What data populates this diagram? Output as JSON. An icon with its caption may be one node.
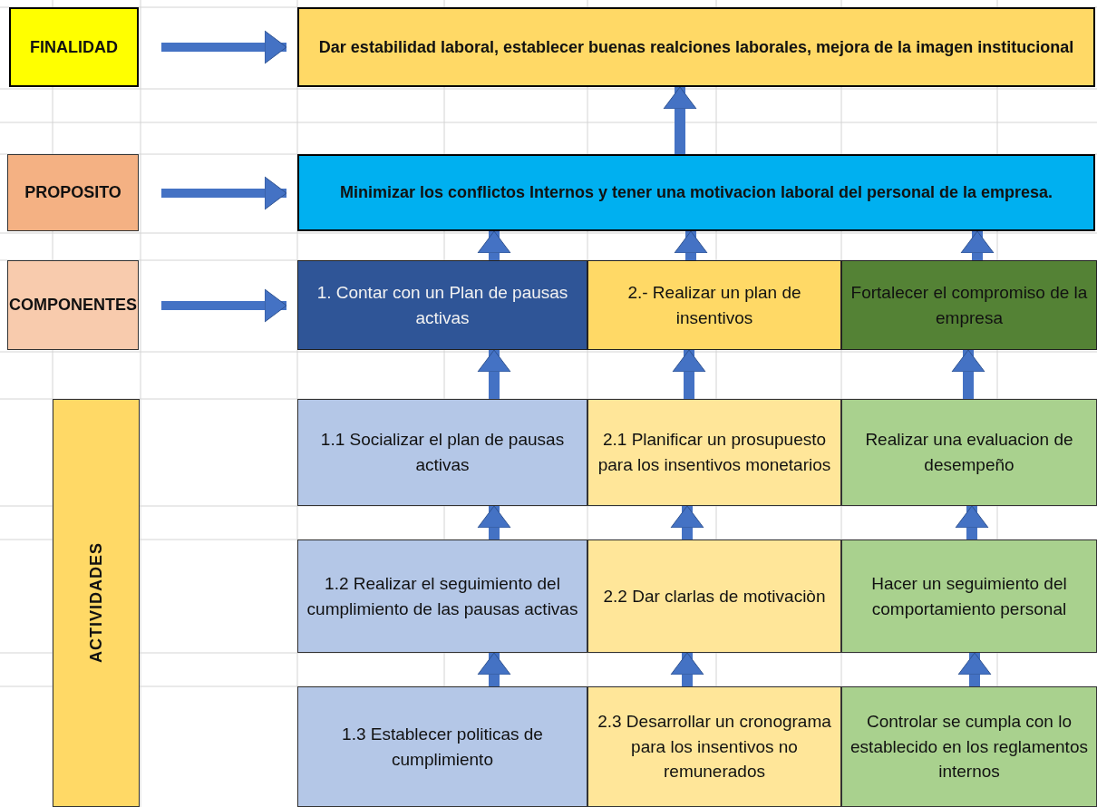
{
  "diagram": {
    "nodes": [
      {
        "text": [
          "FINALIDAD"
        ]
      },
      {
        "text": [
          "Dar estabilidad laboral, establecer buenas realciones laborales, mejora de la imagen institucional"
        ]
      },
      {
        "text": [
          "PROPOSITO"
        ]
      },
      {
        "text": [
          "Minimizar los conflictos Internos y tener una motivacion laboral del personal de la empresa."
        ]
      },
      {
        "text": [
          "COMPONENTES"
        ]
      },
      {
        "text": [
          "1. Contar con un Plan de pausas activas"
        ]
      },
      {
        "text": [
          "2.- Realizar un plan de insentivos"
        ]
      },
      {
        "text": [
          "Fortalecer el compromiso de la empresa"
        ]
      },
      {
        "text": [
          "ACTIVIDADES"
        ]
      },
      {
        "text": [
          "1.1 Socializar el plan de pausas activas"
        ]
      },
      {
        "text": [
          "2.1 Planificar un prosupuesto para los insentivos monetarios"
        ]
      },
      {
        "text": [
          "Realizar una evaluacion de desempeño"
        ]
      },
      {
        "text": [
          "1.2 Realizar el seguimiento del cumplimiento de las pausas activas"
        ]
      },
      {
        "text": [
          "2.2 Dar clarlas de motivaciòn"
        ]
      },
      {
        "text": [
          "Hacer un seguimiento del comportamiento personal"
        ]
      },
      {
        "text": [
          "1.3 Establecer politicas de cumplimiento"
        ]
      },
      {
        "text": [
          "2.3 Desarrollar un cronograma para los insentivos no remunerados"
        ]
      },
      {
        "text": [
          "Controlar se cumpla con lo establecido en los reglamentos internos"
        ]
      }
    ],
    "edges": [
      {
        "from": 0,
        "to": 1,
        "arrow": "to"
      },
      {
        "from": 2,
        "to": 3,
        "arrow": "to"
      },
      {
        "from": 4,
        "to": 5,
        "arrow": "to"
      },
      {
        "from": 3,
        "to": 1,
        "arrow": "to"
      },
      {
        "from": 5,
        "to": 3,
        "arrow": "to"
      },
      {
        "from": 6,
        "to": 3,
        "arrow": "to"
      },
      {
        "from": 7,
        "to": 3,
        "arrow": "to"
      },
      {
        "from": 9,
        "to": 5,
        "arrow": "to"
      },
      {
        "from": 10,
        "to": 6,
        "arrow": "to"
      },
      {
        "from": 11,
        "to": 7,
        "arrow": "to"
      },
      {
        "from": 12,
        "to": 9,
        "arrow": "to"
      },
      {
        "from": 13,
        "to": 10,
        "arrow": "to"
      },
      {
        "from": 14,
        "to": 11,
        "arrow": "to"
      },
      {
        "from": 15,
        "to": 12,
        "arrow": "to"
      },
      {
        "from": 16,
        "to": 13,
        "arrow": "to"
      },
      {
        "from": 17,
        "to": 14,
        "arrow": "to"
      }
    ]
  }
}
